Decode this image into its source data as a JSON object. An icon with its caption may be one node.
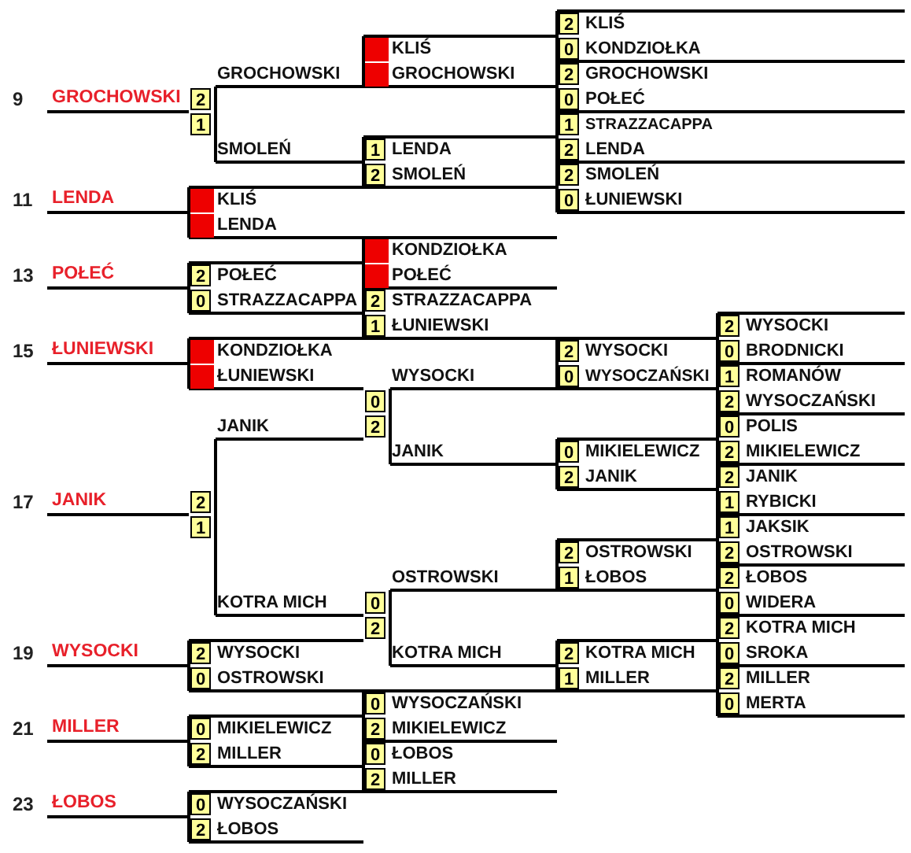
{
  "diagram": {
    "labels": [
      "2",
      "KLIŚ",
      "KLIŚ",
      "0",
      "KONDZIOŁKA",
      "GROCHOWSKI",
      "GROCHOWSKI",
      "2",
      "GROCHOWSKI",
      "9",
      "GROCHOWSKI",
      "2",
      "0",
      "POŁEĆ",
      "1",
      "1",
      "STRAZZACAPPA",
      "SMOLEŃ",
      "1",
      "LENDA",
      "2",
      "LENDA",
      "2",
      "SMOLEŃ",
      "2",
      "SMOLEŃ",
      "11",
      "LENDA",
      "KLIŚ",
      "0",
      "ŁUNIEWSKI",
      "LENDA",
      "KONDZIOŁKA",
      "13",
      "POŁEĆ",
      "2",
      "POŁEĆ",
      "POŁEĆ",
      "0",
      "STRAZZACAPPA",
      "2",
      "STRAZZACAPPA",
      "1",
      "ŁUNIEWSKI",
      "2",
      "WYSOCKI",
      "15",
      "ŁUNIEWSKI",
      "KONDZIOŁKA",
      "2",
      "WYSOCKI",
      "0",
      "BRODNICKI",
      "ŁUNIEWSKI",
      "WYSOCKI",
      "0",
      "WYSOCZAŃSKI",
      "1",
      "ROMANÓW",
      "0",
      "2",
      "WYSOCZAŃSKI",
      "JANIK",
      "2",
      "0",
      "POLIS",
      "JANIK",
      "0",
      "MIKIELEWICZ",
      "2",
      "MIKIELEWICZ",
      "2",
      "JANIK",
      "2",
      "JANIK",
      "17",
      "JANIK",
      "2",
      "1",
      "RYBICKI",
      "1",
      "1",
      "JAKSIK",
      "2",
      "OSTROWSKI",
      "2",
      "OSTROWSKI",
      "OSTROWSKI",
      "1",
      "ŁOBOS",
      "2",
      "ŁOBOS",
      "KOTRA MICH",
      "0",
      "0",
      "WIDERA",
      "2",
      "2",
      "KOTRA MICH",
      "19",
      "WYSOCKI",
      "2",
      "WYSOCKI",
      "KOTRA MICH",
      "2",
      "KOTRA MICH",
      "0",
      "SROKA",
      "0",
      "OSTROWSKI",
      "1",
      "MILLER",
      "2",
      "MILLER",
      "0",
      "WYSOCZAŃSKI",
      "0",
      "MERTA",
      "21",
      "MILLER",
      "0",
      "MIKIELEWICZ",
      "2",
      "MIKIELEWICZ",
      "2",
      "MILLER",
      "0",
      "ŁOBOS",
      "2",
      "MILLER",
      "23",
      "ŁOBOS",
      "0",
      "WYSOCZAŃSKI",
      "2",
      "ŁOBOS"
    ]
  }
}
